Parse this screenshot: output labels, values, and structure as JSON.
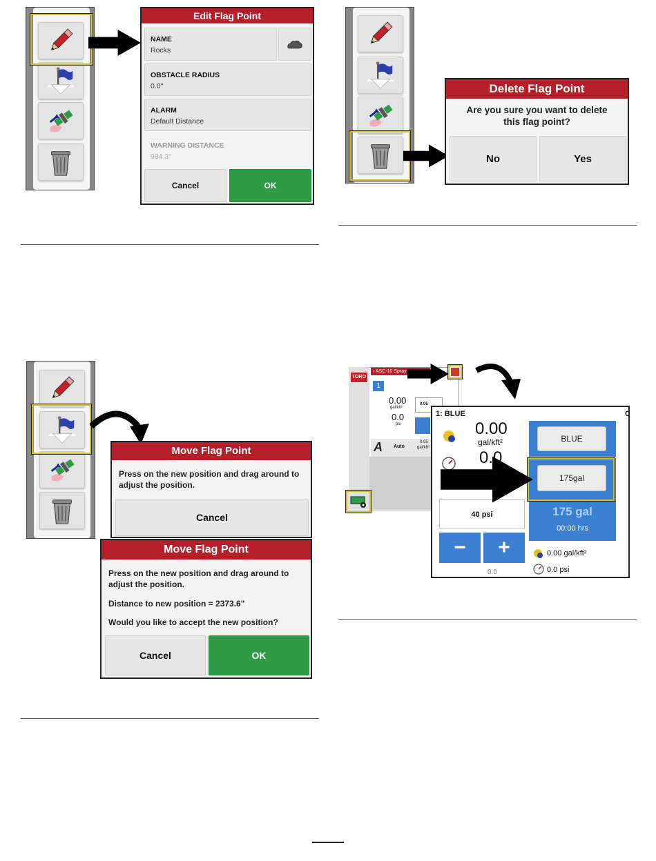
{
  "panel1": {
    "dialog_title": "Edit Flag Point",
    "fields": [
      {
        "label": "NAME",
        "value": "Rocks"
      },
      {
        "label": "OBSTACLE RADIUS",
        "value": "0.0\""
      },
      {
        "label": "ALARM",
        "value": "Default Distance"
      },
      {
        "label": "WARNING DISTANCE",
        "value": "984.3\""
      }
    ],
    "cancel": "Cancel",
    "ok": "OK"
  },
  "panel2": {
    "dialog_title": "Delete Flag Point",
    "message": "Are you sure you want to delete this flag point?",
    "no": "No",
    "yes": "Yes"
  },
  "panel3": {
    "dialog1_title": "Move Flag Point",
    "dialog1_message": "Press on the new position and drag around to adjust the position.",
    "dialog1_cancel": "Cancel",
    "dialog2_title": "Move Flag Point",
    "dialog2_message": "Press on the new position and drag around to adjust the position.",
    "dialog2_distance": "Distance to new position = 2373.6\"",
    "dialog2_question": "Would you like to accept the new position?",
    "dialog2_cancel": "Cancel",
    "dialog2_ok": "OK"
  },
  "panel4": {
    "logo": "TORO",
    "breadcrumb": "ASC-10 Spray",
    "section_number": "1",
    "small_rate_value": "0.00",
    "small_rate_unit": "gal/kft²",
    "small_pressure_value": "0.0",
    "small_pressure_unit": "psi",
    "small_auto": "Auto",
    "small_rate_2": "0.05",
    "small_rate_2_unit": "gal/kft²",
    "small_field_value": "0.05",
    "zoom_title": "1: BLUE",
    "zoom_edge_char": "C",
    "rate_value": "0.00",
    "rate_unit": "gal/kft²",
    "pressure_value": "0.0",
    "blue_button": "BLUE",
    "tank_button": "175gal",
    "pressure_box": "40 psi",
    "tank_big": "175 gal",
    "tank_hours": "00:00 hrs",
    "minus": "−",
    "plus": "+",
    "rate_line": "0.00 gal/kft²",
    "psi_line": "0.0 psi",
    "bottom_value": "0.0"
  },
  "colors": {
    "dialog_red": "#b51f2a",
    "ok_green": "#2f9b46",
    "sprayer_blue": "#3a7fd0",
    "highlight_yellow": "#cfbf2a"
  }
}
